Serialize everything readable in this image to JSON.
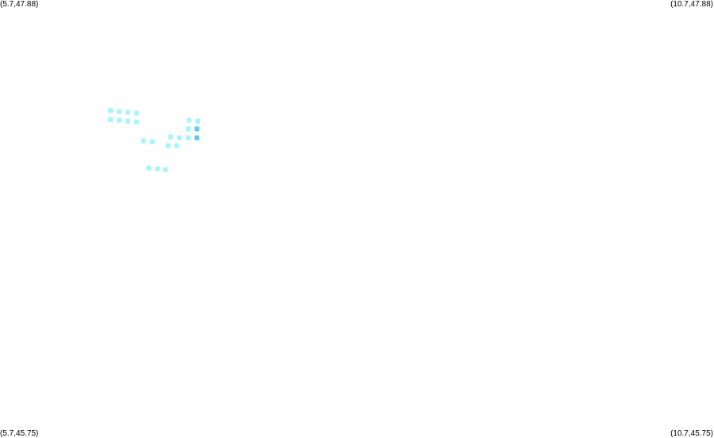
{
  "corners": {
    "top_left": "(5.7,47.88)",
    "top_right": "(10.7,47.88)",
    "bottom_left": "(5.7,45.75)",
    "bottom_right": "(10.7,45.75)"
  },
  "colors": {
    "light": "#a8f4fc",
    "dark": "#5ccbe8"
  },
  "map_data": {
    "extent": {
      "lon_min": 5.7,
      "lon_max": 10.7,
      "lat_min": 45.75,
      "lat_max": 47.88
    },
    "cells": [
      {
        "lon": 6.473,
        "lat": 47.342,
        "level": "light"
      },
      {
        "lon": 6.534,
        "lat": 47.338,
        "level": "light"
      },
      {
        "lon": 6.595,
        "lat": 47.334,
        "level": "light"
      },
      {
        "lon": 6.656,
        "lat": 47.33,
        "level": "light"
      },
      {
        "lon": 6.473,
        "lat": 47.299,
        "level": "light"
      },
      {
        "lon": 6.534,
        "lat": 47.295,
        "level": "light"
      },
      {
        "lon": 6.595,
        "lat": 47.291,
        "level": "light"
      },
      {
        "lon": 6.656,
        "lat": 47.287,
        "level": "light"
      },
      {
        "lon": 7.024,
        "lat": 47.295,
        "level": "light"
      },
      {
        "lon": 7.085,
        "lat": 47.291,
        "level": "light"
      },
      {
        "lon": 7.018,
        "lat": 47.253,
        "level": "light"
      },
      {
        "lon": 7.079,
        "lat": 47.253,
        "level": "dark"
      },
      {
        "lon": 6.895,
        "lat": 47.214,
        "level": "light"
      },
      {
        "lon": 6.956,
        "lat": 47.21,
        "level": "light"
      },
      {
        "lon": 7.018,
        "lat": 47.21,
        "level": "light"
      },
      {
        "lon": 7.079,
        "lat": 47.21,
        "level": "dark"
      },
      {
        "lon": 6.705,
        "lat": 47.195,
        "level": "light"
      },
      {
        "lon": 6.767,
        "lat": 47.191,
        "level": "light"
      },
      {
        "lon": 6.877,
        "lat": 47.172,
        "level": "light"
      },
      {
        "lon": 6.938,
        "lat": 47.172,
        "level": "light"
      },
      {
        "lon": 6.742,
        "lat": 47.063,
        "level": "light"
      },
      {
        "lon": 6.803,
        "lat": 47.059,
        "level": "light"
      },
      {
        "lon": 6.858,
        "lat": 47.055,
        "level": "light"
      }
    ]
  }
}
